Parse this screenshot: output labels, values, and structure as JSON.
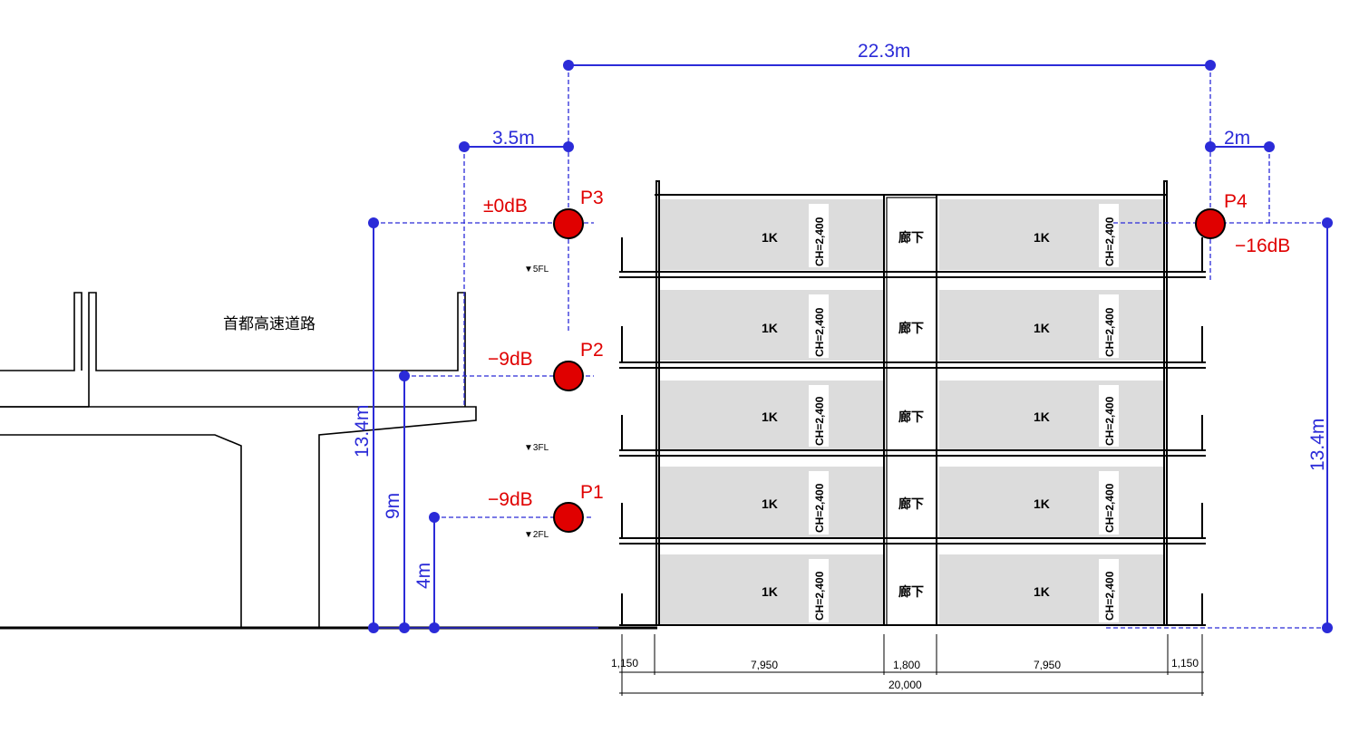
{
  "colors": {
    "dimension": "#2b2bd8",
    "measure_point": "#e00000",
    "room_fill": "#dcdcdc",
    "line": "#000000"
  },
  "dimensions": {
    "top_width": "22.3m",
    "left_offset": "3.5m",
    "right_offset": "2m",
    "left_height": "13.4m",
    "right_height": "13.4m",
    "p2_height": "9m",
    "p1_height": "4m"
  },
  "points": [
    {
      "label": "P1",
      "db": "−9dB"
    },
    {
      "label": "P2",
      "db": "−9dB"
    },
    {
      "label": "P3",
      "db": "±0dB"
    },
    {
      "label": "P4",
      "db": "−16dB"
    }
  ],
  "highway_label": "首都高速道路",
  "building": {
    "floor_labels": [
      "▼5FL",
      "▼3FL",
      "▼2FL"
    ],
    "room_label": "1K",
    "corridor_label": "廊下",
    "ceiling_label": "CH=2,400"
  },
  "bottom_dims": [
    "1,150",
    "7,950",
    "1,800",
    "7,950",
    "1,150"
  ],
  "bottom_total": "20,000"
}
